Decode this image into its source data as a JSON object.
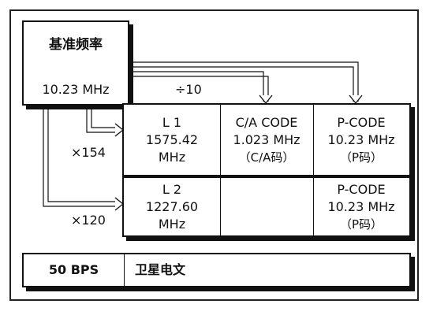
{
  "reference": {
    "title": "基准频率",
    "value": "10.23 MHz"
  },
  "multipliers": {
    "divide": "÷10",
    "l1": "×154",
    "l2": "×120"
  },
  "l1_row": {
    "carrier": [
      "L 1",
      "1575.42",
      "MHz"
    ],
    "ca_code": [
      "C/A CODE",
      "1.023 MHz",
      "（C/A码）"
    ],
    "p_code": [
      "P-CODE",
      "10.23 MHz",
      "（P码）"
    ]
  },
  "l2_row": {
    "carrier": [
      "L 2",
      "1227.60",
      "MHz"
    ],
    "p_code": [
      "P-CODE",
      "10.23 MHz",
      "（P码）"
    ]
  },
  "nav_message": {
    "rate": "50 BPS",
    "label": "卫星电文"
  }
}
